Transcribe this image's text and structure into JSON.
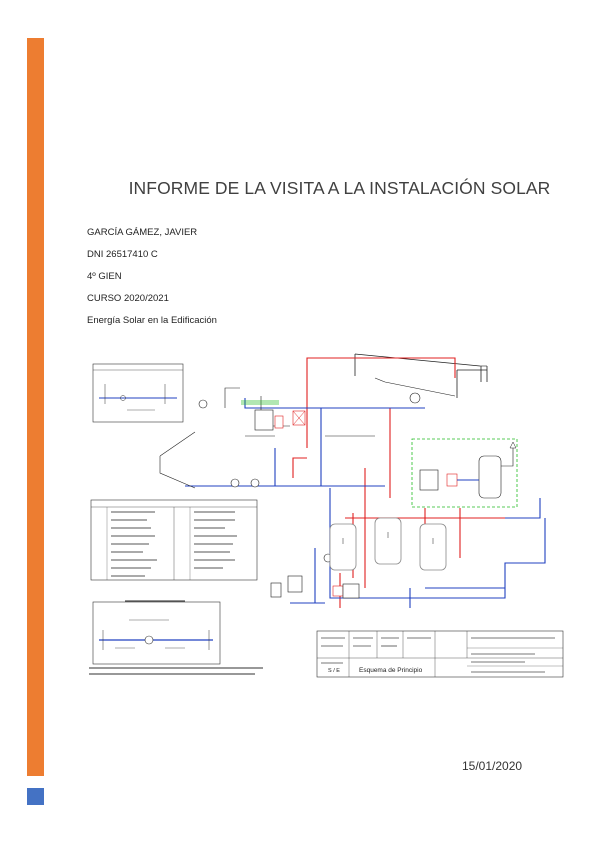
{
  "document": {
    "title": "INFORME DE LA VISITA A LA INSTALACIÓN SOLAR",
    "author": "GARCÍA GÁMEZ, JAVIER",
    "dni": "DNI 26517410 C",
    "course_group": "4º GIEN",
    "academic_year": "CURSO 2020/2021",
    "subject": "Energía Solar en la Edificación",
    "date": "15/01/2020"
  },
  "diagram": {
    "scheme_title": "Esquema de Principio",
    "scale": "S / E",
    "colors": {
      "hot": "#e02020",
      "cold": "#2040c0",
      "tank": "#888888",
      "green_box": "#22bb22",
      "line": "#222222"
    }
  },
  "colors": {
    "accent_orange": "#ed7d31",
    "accent_blue": "#4472c4"
  }
}
